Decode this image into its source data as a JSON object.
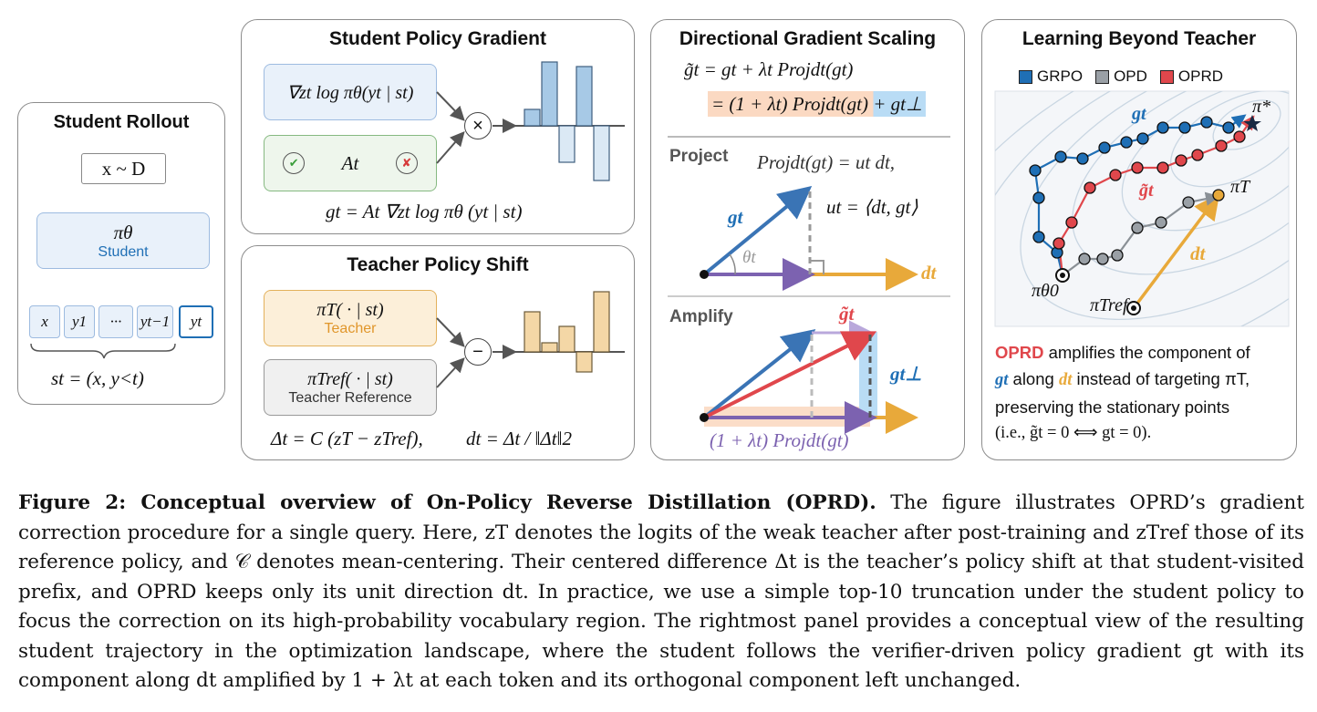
{
  "panels": {
    "rollout": {
      "title": "Student Rollout",
      "prompt": "x ~ D",
      "policy": "πθ",
      "policy_label": "Student",
      "tokens": [
        "x",
        "y1",
        "···",
        "yt−1",
        "yt"
      ],
      "state": "st = (x, y<t)"
    },
    "gradient": {
      "title": "Student Policy Gradient",
      "logprob": "∇zt log πθ(yt | st)",
      "advantage": "At",
      "check": "✔",
      "cross": "✘",
      "op": "×",
      "formula": "gt = At ∇zt log πθ (yt | st)",
      "bars": [
        18,
        70,
        -40,
        65,
        -60
      ]
    },
    "shift": {
      "title": "Teacher Policy Shift",
      "teacher_sym": "πT( · | st)",
      "teacher_label": "Teacher",
      "ref_sym": "πTref( · | st)",
      "ref_label": "Teacher Reference",
      "op": "−",
      "formula_delta": "Δt = C (zT − zTref),",
      "formula_dir": "dt = Δt / ‖Δt‖2",
      "bars": [
        44,
        10,
        28,
        -22,
        66
      ]
    },
    "scaling": {
      "title": "Directional Gradient Scaling",
      "eq1": "g̃t = gt + λt Projdt(gt)",
      "eq2": "= (1 + λt) Projdt(gt) + gt⊥",
      "project_label": "Project",
      "proj_eq": "Projdt(gt) = ut dt,",
      "u_eq": "ut = ⟨dt, gt⟩",
      "g_label": "gt",
      "theta_label": "θt",
      "d_label": "dt",
      "amplify_label": "Amplify",
      "gtilde_label": "g̃t",
      "gperp_label": "gt⊥",
      "amp_eq": "(1 + λt) Projdt(gt)"
    },
    "beyond": {
      "title": "Learning Beyond Teacher",
      "legend": [
        "GRPO",
        "OPD",
        "OPRD"
      ],
      "star": "π*",
      "teacher": "πT",
      "init": "πθ0",
      "ref": "πTref",
      "g_label": "gt",
      "gtilde_label": "g̃t",
      "d_label": "dt",
      "desc_lead": "OPRD",
      "desc_1": " amplifies the component of",
      "desc_2a": "gt",
      "desc_2b": " along ",
      "desc_2c": "dt",
      "desc_2d": " instead of targeting πT,",
      "desc_3": "preserving the stationary points",
      "desc_4": "(i.e., g̃t = 0  ⟺  gt = 0)."
    }
  },
  "caption": {
    "fig": "Figure 2: ",
    "title": "Conceptual overview of On-Policy Reverse Distillation (OPRD).",
    "body": " The figure illustrates OPRD’s gradient correction procedure for a single query. Here, zT denotes the logits of the weak teacher after post-training and zTref those of its reference policy, and 𝒞 denotes mean-centering. Their centered difference Δt is the teacher’s policy shift at that student-visited prefix, and OPRD keeps only its unit direction dt. In practice, we use a simple top-10 truncation under the student policy to focus the correction on its high-probability vocabulary region. The rightmost panel provides a conceptual view of the resulting student trajectory in the optimization landscape, where the student follows the verifier-driven policy gradient gt with its component along dt amplified by 1 + λt at each token and its orthogonal component left unchanged."
  },
  "colors": {
    "grpo": "#1f6fb5",
    "opd": "#9aa0a6",
    "oprd": "#e0474c",
    "teacher": "#e8a93a",
    "proj": "#7c62b0"
  }
}
